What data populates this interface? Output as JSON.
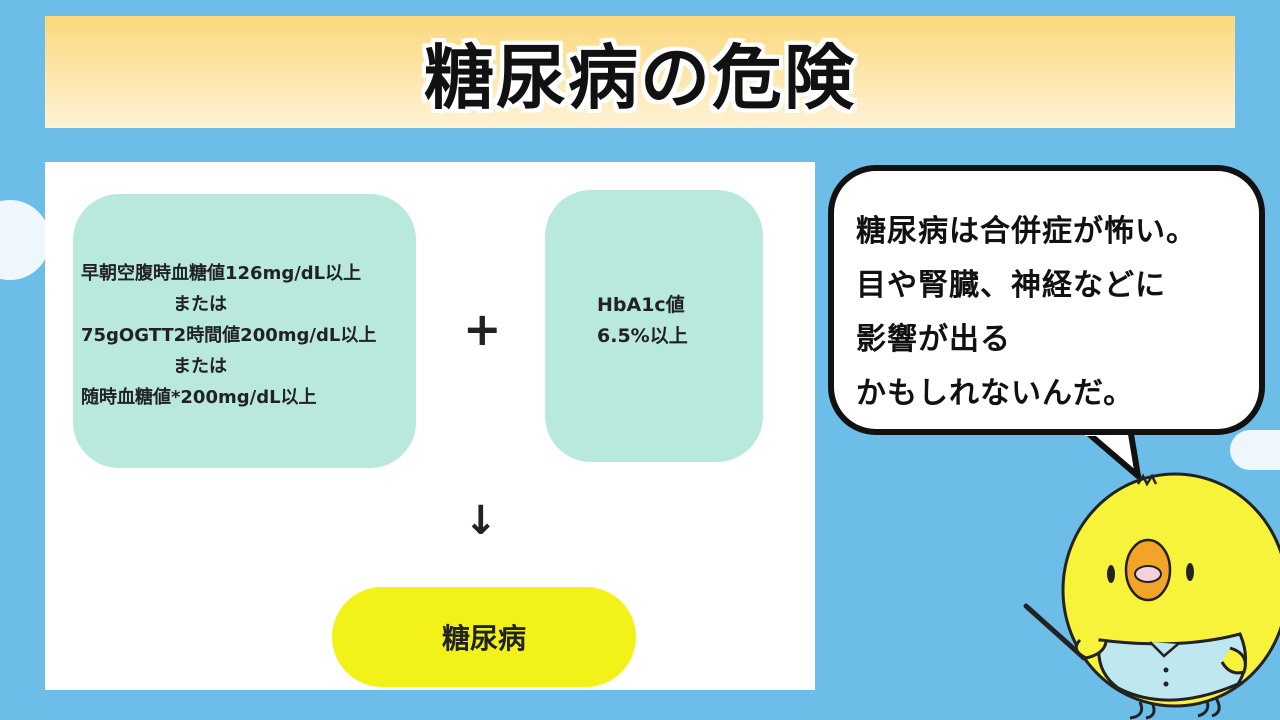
{
  "title": "糖尿病の危険",
  "criteria_card": {
    "lines": [
      "早朝空腹時血糖値126mg/dL以上",
      "または",
      "75gOGTT2時間値200mg/dL以上",
      "または",
      "随時血糖値*200mg/dL以上"
    ]
  },
  "operator": "+",
  "hba1c_card": {
    "lines": [
      "HbA1c値",
      "6.5%以上"
    ]
  },
  "arrow": "↓",
  "result": "糖尿病",
  "speech_bubble": {
    "lines": [
      "糖尿病は合併症が怖い。",
      "目や腎臓、神経などに",
      "影響が出る",
      "かもしれないんだ。"
    ]
  },
  "colors": {
    "background": "#6cbde8",
    "title_gradient_top": "#fcd87c",
    "card": "#b9e9dd",
    "result_pill": "#f2f219",
    "chick_body": "#f7f23a"
  }
}
